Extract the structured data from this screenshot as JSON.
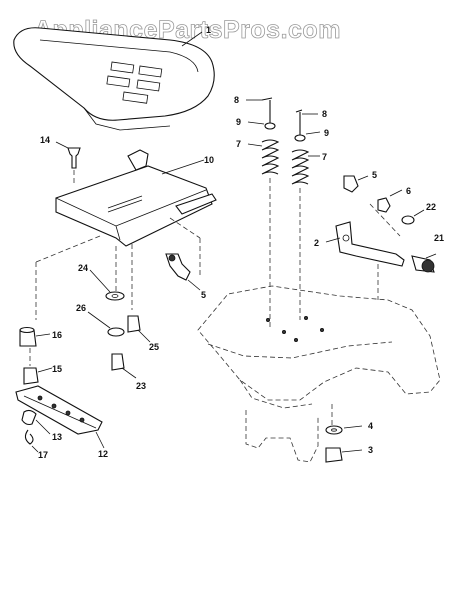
{
  "watermark": "AppliancePartsPros.com",
  "callouts": {
    "c1": "1",
    "c14": "14",
    "c10": "10",
    "c24": "24",
    "c5a": "5",
    "c26": "26",
    "c25": "25",
    "c16": "16",
    "c15": "15",
    "c23": "23",
    "c13": "13",
    "c17": "17",
    "c12": "12",
    "c8a": "8",
    "c9a": "9",
    "c7a": "7",
    "c8b": "8",
    "c9b": "9",
    "c7b": "7",
    "c5b": "5",
    "c6": "6",
    "c22": "22",
    "c2": "2",
    "c21": "21",
    "c4": "4",
    "c3": "3"
  }
}
